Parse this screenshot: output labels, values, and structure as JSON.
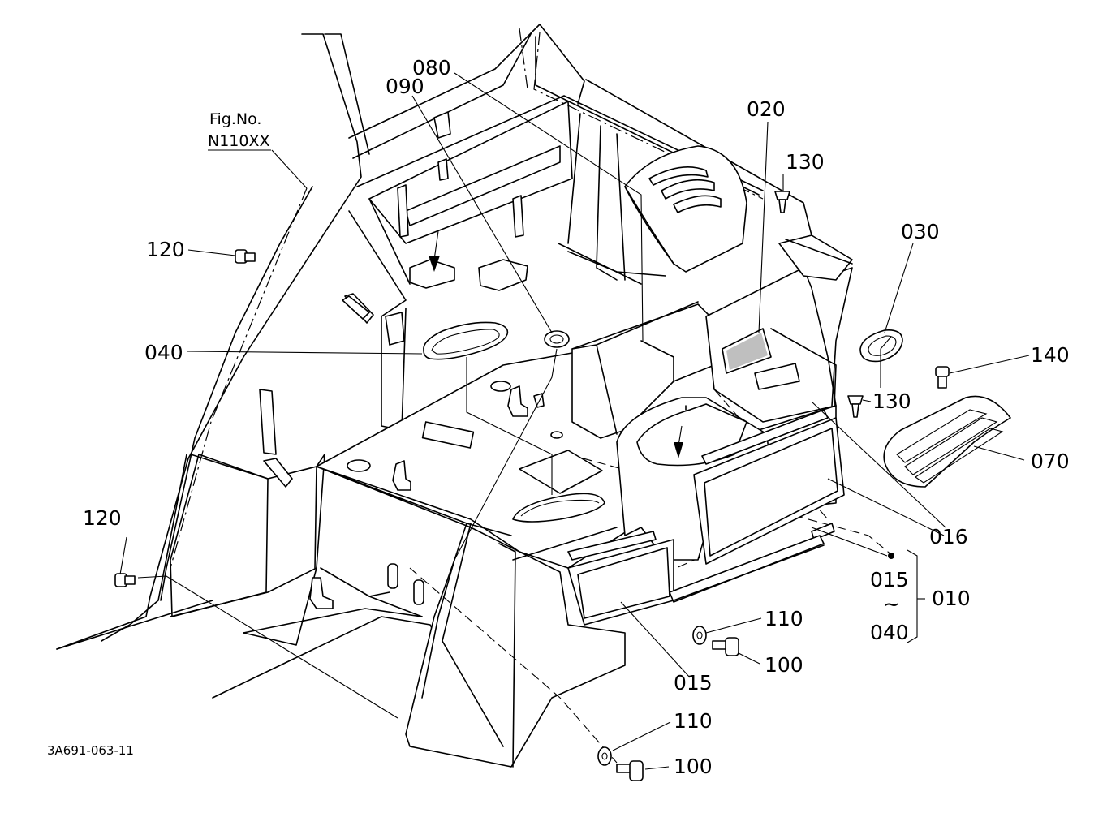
{
  "figure_ref": {
    "line1": "Fig.No.",
    "line2": "N110XX"
  },
  "drawing_code": "3A691-063-11",
  "callouts": {
    "p080": "080",
    "p090": "090",
    "p020": "020",
    "p130a": "130",
    "p030": "030",
    "p120a": "120",
    "p040": "040",
    "p140": "140",
    "p130b": "130",
    "p070": "070",
    "p016": "016",
    "p120b": "120",
    "p015a": "015",
    "p010": "010",
    "p040b": "040",
    "p110a": "110",
    "p100a": "100",
    "p015b": "015",
    "p110b": "110",
    "p100b": "100"
  },
  "range_tilde": "~"
}
